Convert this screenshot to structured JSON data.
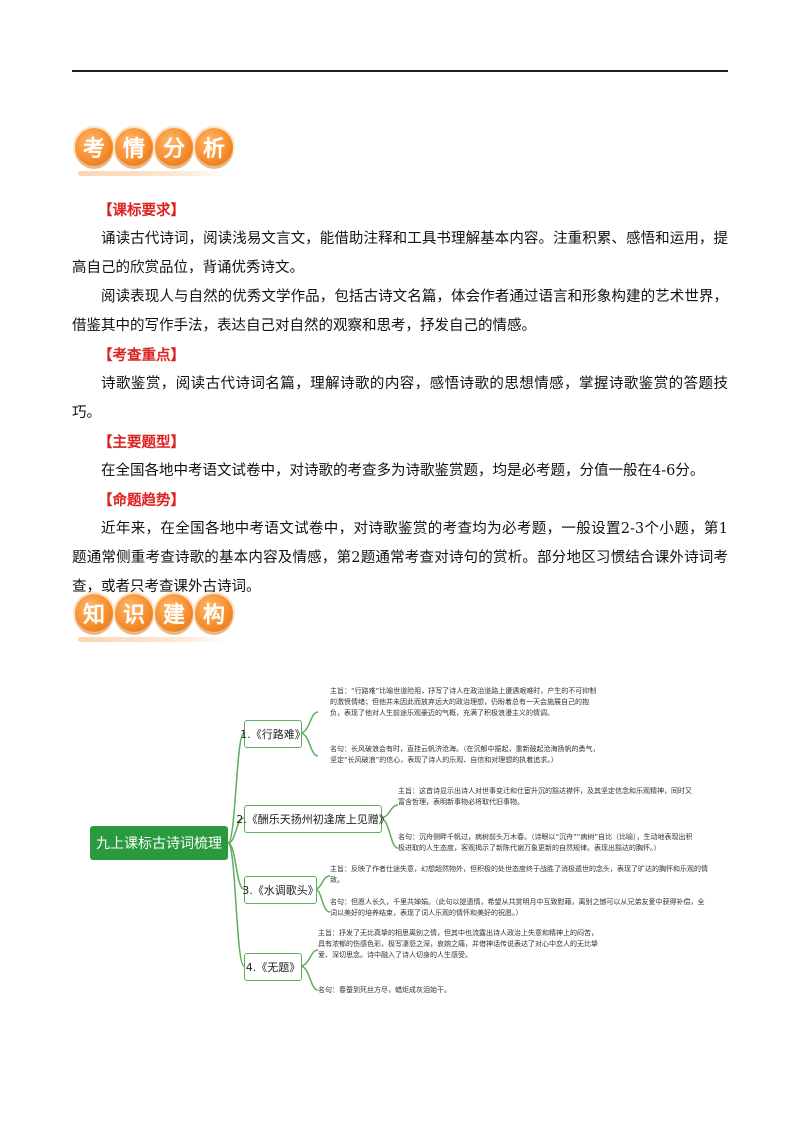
{
  "sections": {
    "analysis": {
      "chars": [
        "考",
        "情",
        "分",
        "析"
      ]
    },
    "knowledge": {
      "chars": [
        "知",
        "识",
        "建",
        "构"
      ]
    }
  },
  "content": {
    "tag_requirements": "【课标要求】",
    "req_para1": "诵读古代诗词，阅读浅易文言文，能借助注释和工具书理解基本内容。注重积累、感悟和运用，提高自己的欣赏品位，背诵优秀诗文。",
    "req_para2": "阅读表现人与自然的优秀文学作品，包括古诗文名篇，体会作者通过语言和形象构建的艺术世界，借鉴其中的写作手法，表达自己对自然的观察和思考，抒发自己的情感。",
    "tag_focus": "【考查重点】",
    "focus_para": "诗歌鉴赏，阅读古代诗词名篇，理解诗歌的内容，感悟诗歌的思想情感，掌握诗歌鉴赏的答题技巧。",
    "tag_types": "【主要题型】",
    "types_para": "在全国各地中考语文试卷中，对诗歌的考查多为诗歌鉴赏题，均是必考题，分值一般在4-6分。",
    "tag_trend": "【命题趋势】",
    "trend_para": "近年来，在全国各地中考语文试卷中，对诗歌鉴赏的考查均为必考题，一般设置2-3个小题，第1题通常侧重考查诗歌的基本内容及情感，第2题通常考查对诗句的赏析。部分地区习惯结合课外诗词考查，或者只考查课外古诗词。"
  },
  "mindmap": {
    "root": "九上课标古诗词梳理",
    "branches": [
      {
        "label": "1.《行路难》",
        "theme": "主旨：“行路难”比喻世道险阻，抒写了诗人在政治道路上遭遇艰难时，产生的不可抑制的激愤情绪；但他并未因此而放弃远大的政治理想，仍盼着总有一天会施展自己的抱负，表现了他对人生前途乐观豪迈的气概，充满了积极浪漫主义的情调。",
        "quote": "名句：长风破浪会有时，直挂云帆济沧海。（在沉郁中振起，重新鼓起沧海扬帆的勇气，坚定“长风破浪”的信心，表现了诗人的乐观、自信和对理想的执着追求。）"
      },
      {
        "label": "2.《酬乐天扬州初逢席上见赠》",
        "theme": "主旨：这首诗显示出诗人对世事变迁和仕宦升沉的豁达襟怀，及其坚定信念和乐观精神，同时又富含哲理，表明新事物必将取代旧事物。",
        "quote": "名句：沉舟侧畔千帆过，病树前头万木春。（诗眼以“沉舟”“病树”自比（比喻），生动地表现出积极进取的人生态度，客观揭示了新陈代谢万象更新的自然规律。表现出豁达的胸怀。）"
      },
      {
        "label": "3.《水调歌头》",
        "theme": "主旨：反映了作者仕途失意，幻想超然物外，但积极的处世态度终于战胜了消极遁世的念头，表现了旷达的胸怀和乐观的情致。",
        "quote": "名句：但愿人长久，千里共婵娟。（此句以提遗情，希望从共赏明月中互致慰藉，离别之憾可以从兄弟友爱中获得补偿，全词以美好的培养结束，表现了词人乐观的情怀和美好的祝愿。）"
      },
      {
        "label": "4.《无题》",
        "theme": "主旨：抒发了无比真挚的相思离别之情，但其中也流露出诗人政治上失意和精神上的闷苦，具有浓郁的伤感色彩，极写凄怨之深，哀婉之痛，并借神话传说表达了对心中恋人的无比挚爱、深切思念。诗中融入了诗人切身的人生感受。",
        "quote": "名句：春蚕到死丝方尽，蜡炬成灰泪始干。"
      }
    ]
  },
  "colors": {
    "accent_red": "#dd2222",
    "header_orange": "#f58a2a",
    "map_green": "#2a9a3e"
  }
}
